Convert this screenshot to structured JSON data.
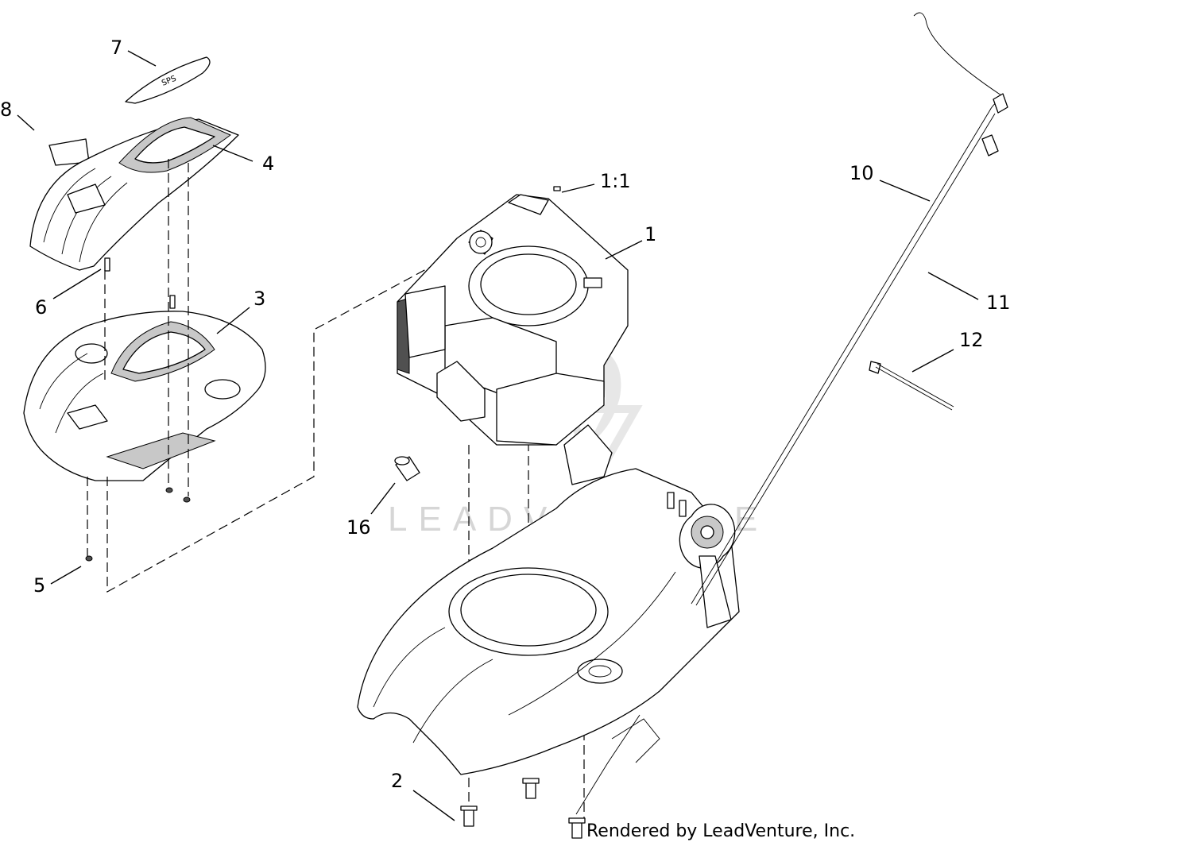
{
  "parts": [
    {
      "id": "label-7",
      "text": "7"
    },
    {
      "id": "label-8",
      "text": "8"
    },
    {
      "id": "label-4",
      "text": "4"
    },
    {
      "id": "label-6",
      "text": "6"
    },
    {
      "id": "label-3",
      "text": "3"
    },
    {
      "id": "label-5",
      "text": "5"
    },
    {
      "id": "label-1-1",
      "text": "1:1"
    },
    {
      "id": "label-1",
      "text": "1"
    },
    {
      "id": "label-16",
      "text": "16"
    },
    {
      "id": "label-2",
      "text": "2"
    },
    {
      "id": "label-10",
      "text": "10"
    },
    {
      "id": "label-11",
      "text": "11"
    },
    {
      "id": "label-12",
      "text": "12"
    }
  ],
  "watermark": "LEADVENTURE",
  "credit": "Rendered by LeadVenture, Inc.",
  "colors": {
    "line": "#000000",
    "watermark": "#d6d6d6",
    "background": "#ffffff"
  }
}
